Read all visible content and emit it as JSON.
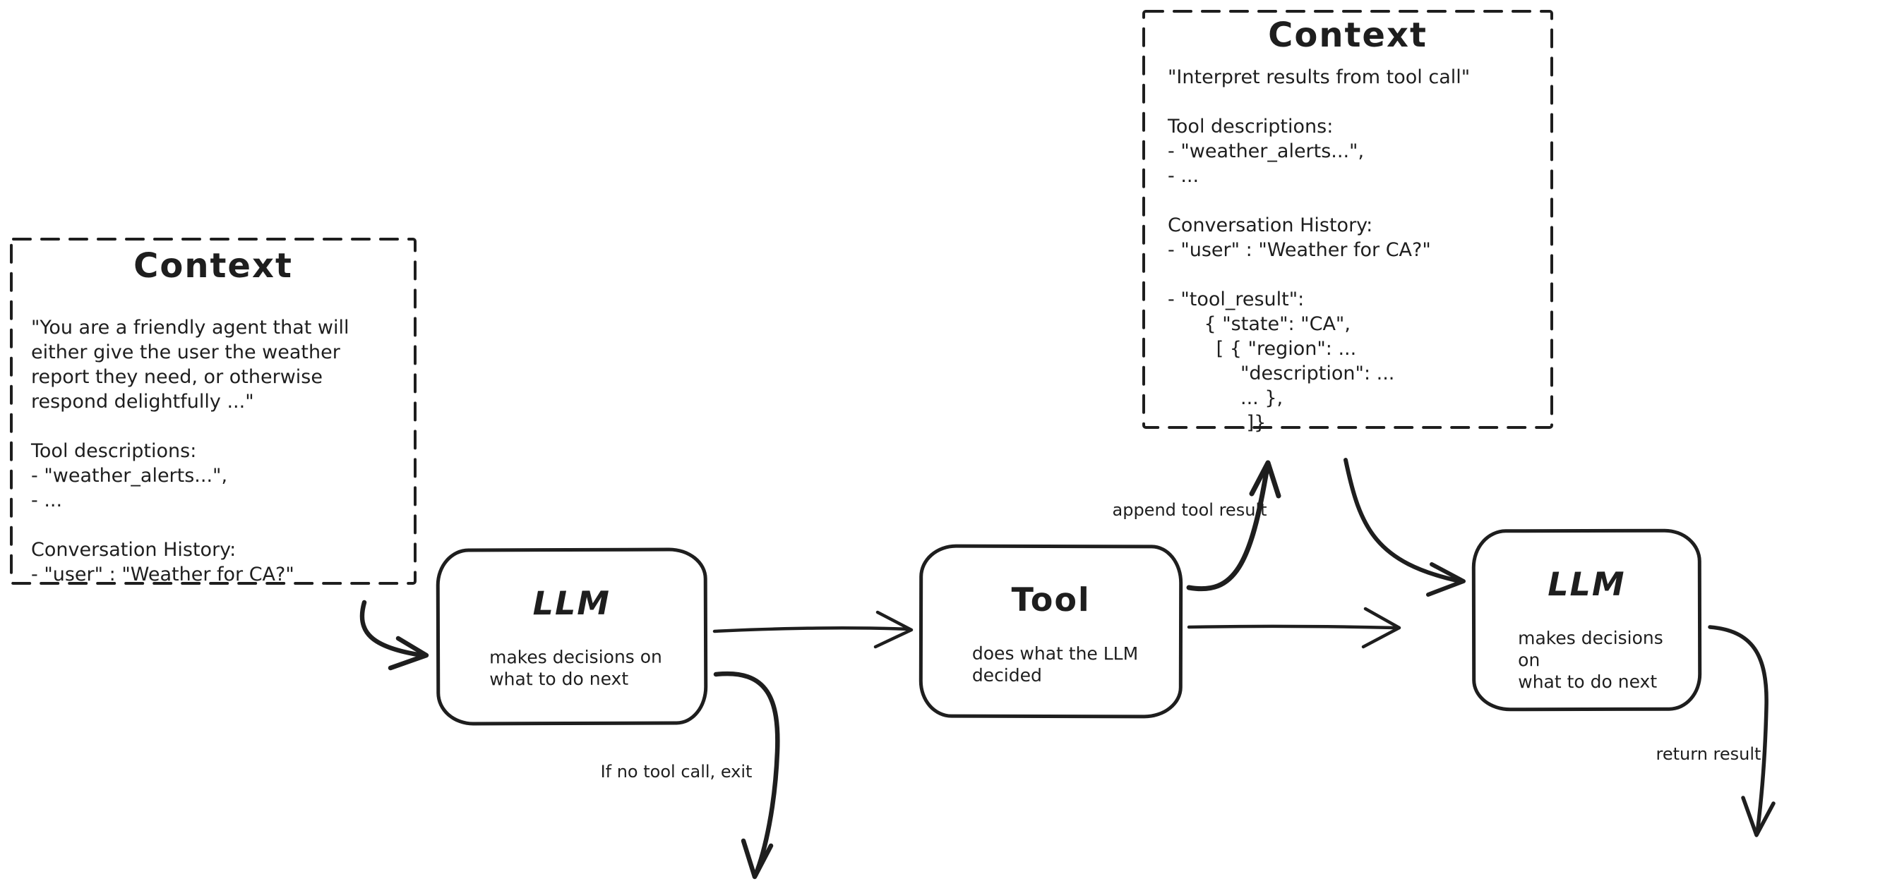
{
  "colors": {
    "ink": "#1e1e1e",
    "background": "#ffffff"
  },
  "context_left": {
    "title": "Context",
    "lines": [
      "\"You are a friendly agent that will",
      "either give the user the weather",
      "report they need, or otherwise",
      "respond delightfully ...\"",
      "",
      "Tool descriptions:",
      "- \"weather_alerts...\",",
      "- ...",
      "",
      "Conversation History:",
      "- \"user\" : \"Weather for CA?\""
    ]
  },
  "context_top": {
    "title": "Context",
    "lines": [
      "\"Interpret results from tool call\"",
      "",
      "Tool descriptions:",
      "- \"weather_alerts...\",",
      "- ...",
      "",
      "Conversation History:",
      "- \"user\" : \"Weather for CA?\"",
      "",
      "- \"tool_result\":",
      "      { \"state\": \"CA\",",
      "        [ { \"region\": ...",
      "            \"description\": ...",
      "            ... },",
      "          ...]}"
    ]
  },
  "nodes": {
    "llm1": {
      "title": "LLM",
      "desc1": "makes decisions on",
      "desc2": "what to do next"
    },
    "tool": {
      "title": "Tool",
      "desc1": "does what the LLM",
      "desc2": "decided"
    },
    "llm2": {
      "title": "LLM",
      "desc1": "makes decisions on",
      "desc2": "what to do next"
    }
  },
  "edge_labels": {
    "append_tool_result": "append tool result",
    "if_no_tool_call": "If no tool call, exit",
    "return_result": "return result"
  }
}
